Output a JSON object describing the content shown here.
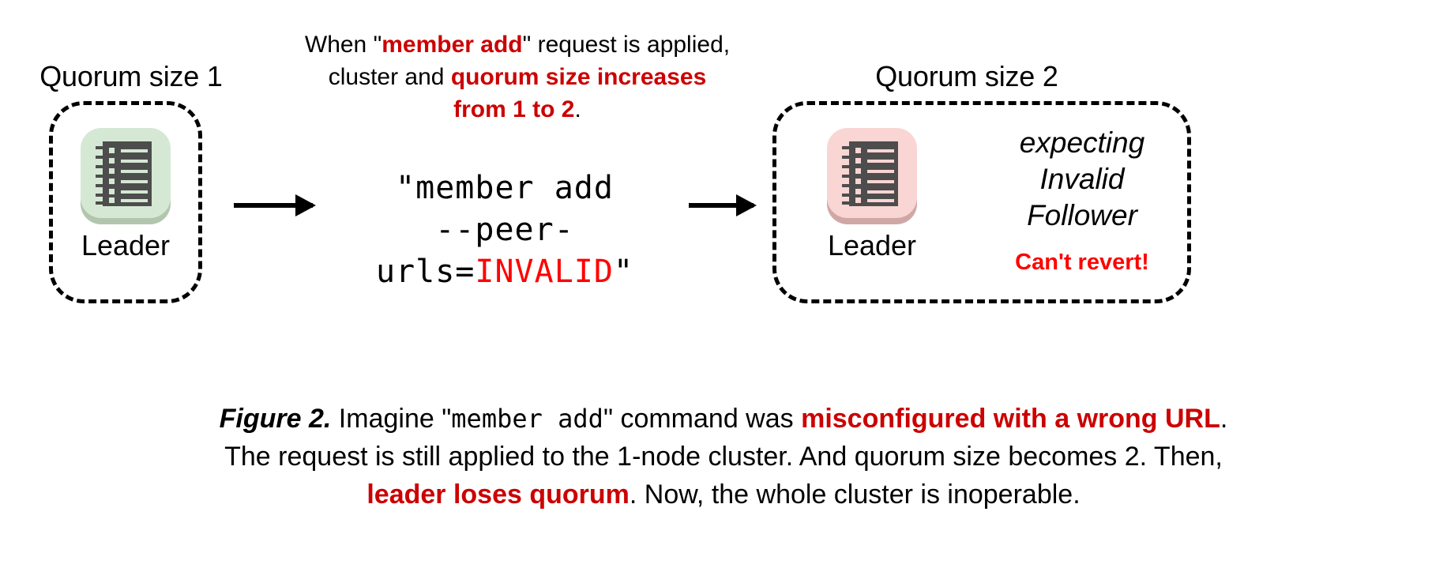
{
  "figure": {
    "colors": {
      "red_bold": "#cc0000",
      "red_pure": "#ff0000",
      "node_green": "#d5e8d4",
      "node_pink": "#f9d5d3",
      "ledger_gray": "#4d4d4d",
      "stroke": "#000000",
      "background": "#ffffff"
    },
    "top_note": {
      "line1_a": "When \"",
      "line1_b": "member add",
      "line1_c": "\" request is applied,",
      "line2_a": "cluster and ",
      "line2_b": "quorum size increases",
      "line3_a": "from 1 to 2",
      "line3_b": "."
    },
    "left_cluster": {
      "label": "Quorum size 1",
      "node_caption": "Leader",
      "node_icon": "ledger-icon",
      "tile_color": "#d5e8d4"
    },
    "right_cluster": {
      "label": "Quorum size 2",
      "node_caption": "Leader",
      "node_icon": "ledger-icon",
      "tile_color": "#f9d5d3",
      "note_lines": [
        "expecting",
        "Invalid",
        "Follower"
      ],
      "warning": "Can't revert!"
    },
    "command": {
      "line1": "\"member add",
      "line2_prefix": "--peer-urls=",
      "line2_value": "INVALID",
      "line2_suffix": "\""
    },
    "arrows": {
      "first": "arrow-right",
      "second": "arrow-right"
    },
    "caption": {
      "fignum": "Figure 2.",
      "seg1": " Imagine \"",
      "seg2": "member add",
      "seg3": "\" command was ",
      "seg4": "misconfigured with a wrong URL",
      "seg5": ".",
      "line2": "The request is still applied to the 1-node cluster. And quorum size becomes 2. Then,",
      "line3_a": "leader loses quorum",
      "line3_b": ". Now, the whole cluster is inoperable."
    }
  }
}
